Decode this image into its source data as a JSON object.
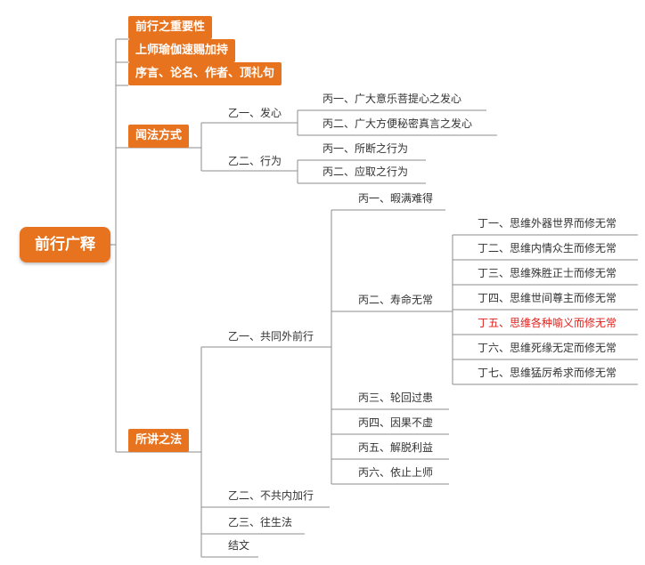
{
  "colors": {
    "accent": "#e8731f",
    "line": "#8c8c8c",
    "text": "#333333",
    "highlight": "#e0201b"
  },
  "root": {
    "label": "前行广释"
  },
  "branches": {
    "b1": "前行之重要性",
    "b2": "上师瑜伽速赐加持",
    "b3": "序言、论名、作者、顶礼句",
    "b4": {
      "label": "闻法方式",
      "yi1": {
        "label": "乙一、发心",
        "bing1": "丙一、广大意乐菩提心之发心",
        "bing2": "丙二、广大方便秘密真言之发心"
      },
      "yi2": {
        "label": "乙二、行为",
        "bing1": "丙一、所断之行为",
        "bing2": "丙二、应取之行为"
      }
    },
    "b5": {
      "label": "所讲之法",
      "yi1": {
        "label": "乙一、共同外前行",
        "bing1": "丙一、暇满难得",
        "bing2": {
          "label": "丙二、寿命无常",
          "ding1": "丁一、思维外器世界而修无常",
          "ding2": "丁二、思维内情众生而修无常",
          "ding3": "丁三、思维殊胜正士而修无常",
          "ding4": "丁四、思维世间尊主而修无常",
          "ding5": "丁五、思维各种喻义而修无常",
          "ding6": "丁六、思维死缘无定而修无常",
          "ding7": "丁七、思维猛厉希求而修无常"
        },
        "bing3": "丙三、轮回过患",
        "bing4": "丙四、因果不虚",
        "bing5": "丙五、解脱利益",
        "bing6": "丙六、依止上师"
      },
      "yi2": "乙二、不共内加行",
      "yi3": "乙三、往生法",
      "end": "结文"
    }
  }
}
